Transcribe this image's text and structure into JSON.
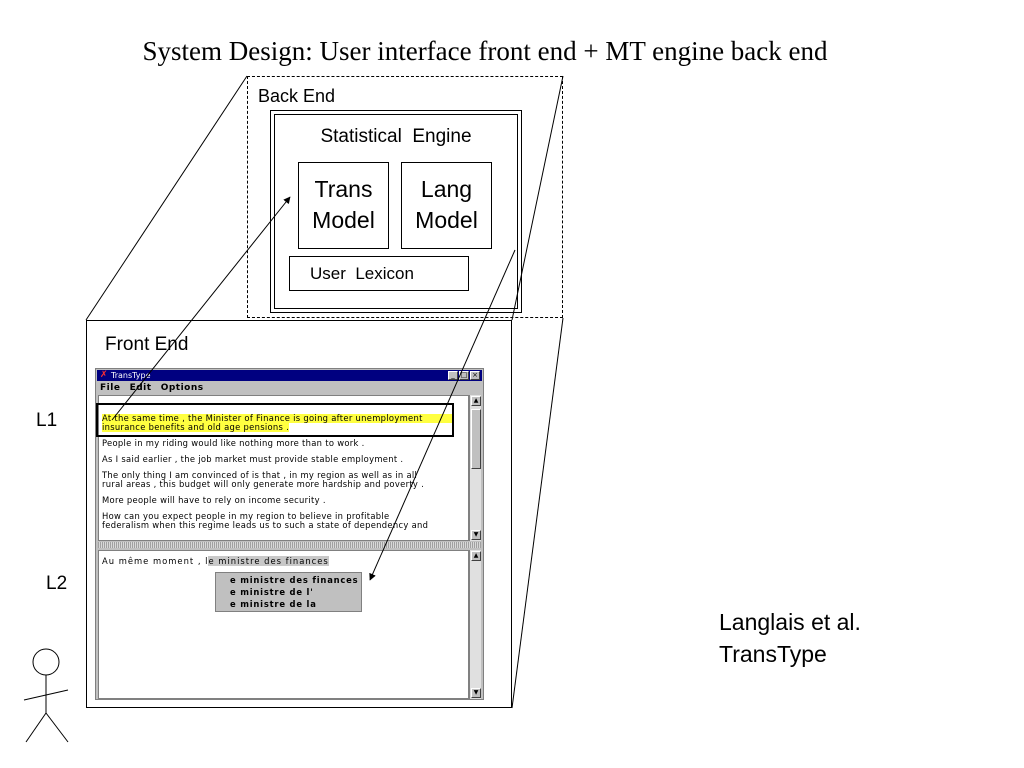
{
  "title": "System Design: User interface front end + MT engine back end",
  "back_end": {
    "label": "Back End",
    "engine_label": "Statistical  Engine",
    "trans_model": [
      "Trans",
      "Model"
    ],
    "lang_model": [
      "Lang",
      "Model"
    ],
    "lexicon": "User  Lexicon"
  },
  "front_end": {
    "label": "Front End",
    "window": {
      "title": "TransType",
      "menu": [
        "File",
        "Edit",
        "Options"
      ],
      "buttons": [
        "_",
        "□",
        "×"
      ],
      "source_lines": [
        "At the same time , the Minister of Finance is going after unemployment",
        "insurance benefits and old age pensions .",
        "People in my riding would like nothing more than to work .",
        "As I said earlier , the job market must provide stable employment .",
        "The only thing I am convinced of is that , in my region as well as in all",
        "rural areas , this budget will only generate more hardship and poverty .",
        "More people will have to rely on income security .",
        "How can you expect people in my region to believe in profitable",
        "federalism when this regime leads us to such a state of dependency and"
      ],
      "target_typed": "Au même moment , l",
      "target_completion": "e ministre des finances",
      "suggestions": [
        "e ministre des finances",
        "e ministre de l'",
        "e ministre de la"
      ]
    }
  },
  "labels": {
    "l1": "L1",
    "l2": "L2"
  },
  "citation": [
    "Langlais et al.",
    "TransType"
  ]
}
